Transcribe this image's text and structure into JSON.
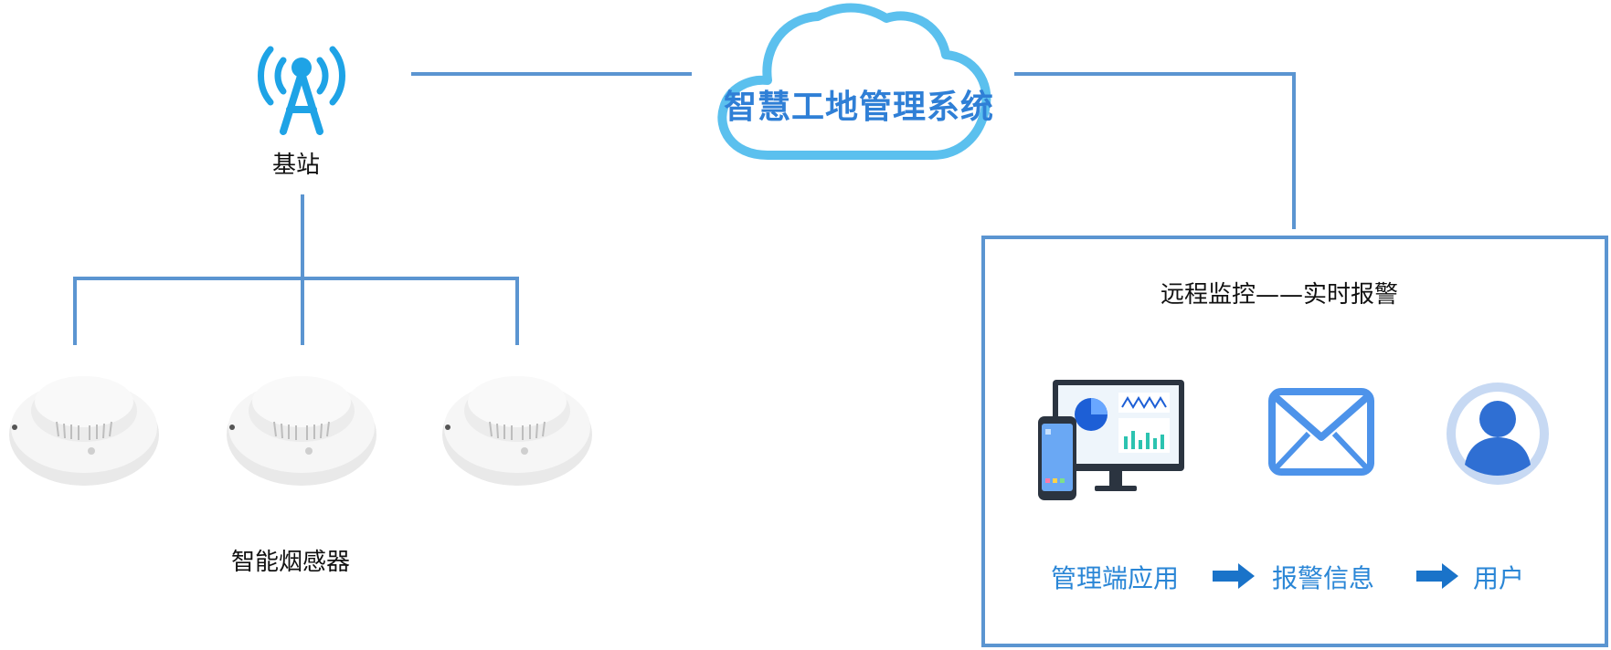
{
  "cloud": {
    "title": "智慧工地管理系统",
    "icon": "cloud-icon"
  },
  "base_station": {
    "label": "基站",
    "icon": "antenna-tower-icon"
  },
  "sensors": {
    "label": "智能烟感器",
    "items": [
      {
        "icon": "smoke-detector-icon"
      },
      {
        "icon": "smoke-detector-icon"
      },
      {
        "icon": "smoke-detector-icon"
      }
    ]
  },
  "panel": {
    "title": "远程监控——实时报警",
    "steps": [
      {
        "label": "管理端应用",
        "icon": "monitor-phone-icon"
      },
      {
        "label": "报警信息",
        "icon": "mail-icon"
      },
      {
        "label": "用户",
        "icon": "user-avatar-icon"
      }
    ]
  },
  "colors": {
    "line": "#5b95d1",
    "cloud": "#5bc0ee",
    "title": "#2f7fd6",
    "accent": "#2a86d6",
    "arrow": "#1a73c9"
  }
}
